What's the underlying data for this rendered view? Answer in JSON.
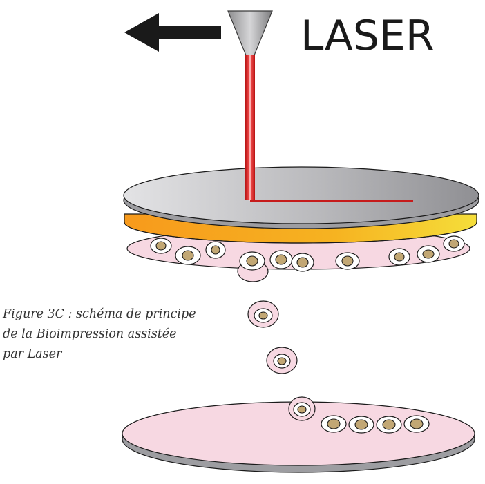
{
  "title": "LASER",
  "caption": {
    "line1": "Figure 3C : schéma de principe",
    "line2": "de la Bioimpression assistée",
    "line3": "par Laser"
  },
  "colors": {
    "laser_beam": "#e52424",
    "gold_layer": "#f5a31a",
    "pink_layer": "#f7d8e2",
    "disk_gray": "#b3b3b7",
    "nucleus": "#c2a774",
    "arrow": "#1a1a1a"
  },
  "icons": {
    "arrow": "arrow-left-icon",
    "nozzle": "laser-nozzle-icon"
  }
}
